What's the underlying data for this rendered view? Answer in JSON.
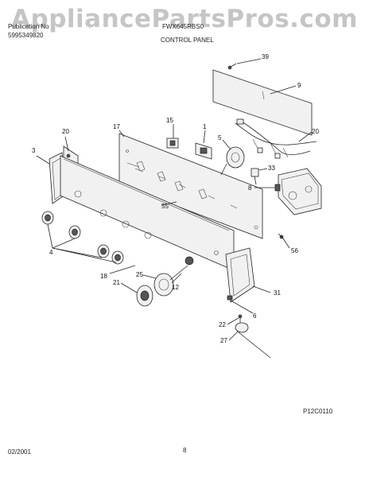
{
  "watermark": "AppliancePartsPros.com",
  "header": {
    "publication_label": "Publication No",
    "publication_number": "5995349820",
    "model": "FWX645RBS0",
    "section": "CONTROL PANEL"
  },
  "callouts": {
    "c3": "3",
    "c20a": "20",
    "c17": "17",
    "c15": "15",
    "c1": "1",
    "c39": "39",
    "c9": "9",
    "c20b": "20",
    "c5": "5",
    "c33": "33",
    "c8": "8",
    "c55": "55",
    "c56": "56",
    "c4": "4",
    "c18": "18",
    "c25": "25",
    "c21": "21",
    "c12": "12",
    "c31": "31",
    "c6": "6",
    "c22": "22",
    "c27": "27"
  },
  "footer": {
    "figure_code": "P12C0110",
    "date": "02/2001",
    "page": "8"
  }
}
